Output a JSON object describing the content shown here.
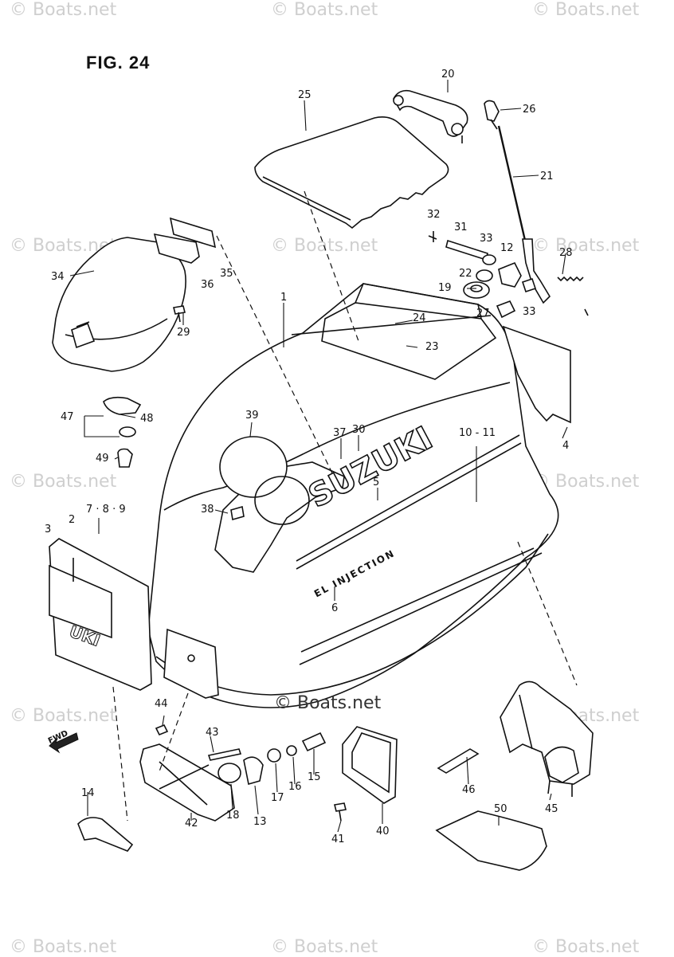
{
  "figure": {
    "title": "FIG. 24",
    "watermark": "© Boats.net",
    "center_watermark": "© Boats.net",
    "decal_brand": "SUZUKI",
    "decal_sub": "EL INJECTION",
    "decal_plate": "UKI",
    "fwd_label": "FWD"
  },
  "labels": {
    "p1": "1",
    "p2": "2",
    "p3": "3",
    "p4": "4",
    "p5": "5",
    "p6": "6",
    "p7_8_9": "7 · 8 · 9",
    "p10_11": "10 - 11",
    "p12": "12",
    "p13": "13",
    "p14": "14",
    "p15": "15",
    "p16": "16",
    "p17": "17",
    "p18": "18",
    "p19": "19",
    "p20": "20",
    "p21": "21",
    "p22": "22",
    "p23": "23",
    "p24": "24",
    "p25": "25",
    "p26": "26",
    "p27": "27",
    "p28": "28",
    "p29": "29",
    "p30": "30",
    "p31": "31",
    "p32": "32",
    "p33a": "33",
    "p33b": "33",
    "p34": "34",
    "p35": "35",
    "p36": "36",
    "p37": "37",
    "p38": "38",
    "p39": "39",
    "p40": "40",
    "p41": "41",
    "p42": "42",
    "p43": "43",
    "p44": "44",
    "p45": "45",
    "p46": "46",
    "p47": "47",
    "p48": "48",
    "p49": "49",
    "p50": "50"
  },
  "colors": {
    "ink": "#111111",
    "watermark": "#cfcfcf",
    "paper": "#ffffff"
  }
}
